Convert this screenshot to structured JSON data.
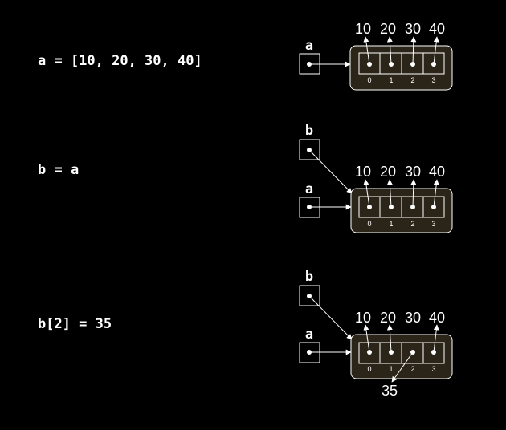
{
  "colors": {
    "background": "#000000",
    "foreground": "#ffffff",
    "list_container": "#2b2418"
  },
  "statements": [
    "a = [10, 20, 30, 40]",
    "b = a",
    "b[2] = 35"
  ],
  "panels": [
    {
      "variables": [
        "a"
      ],
      "values": [
        "10",
        "20",
        "30",
        "40"
      ],
      "indices": [
        "0",
        "1",
        "2",
        "3"
      ]
    },
    {
      "variables": [
        "b",
        "a"
      ],
      "values": [
        "10",
        "20",
        "30",
        "40"
      ],
      "indices": [
        "0",
        "1",
        "2",
        "3"
      ]
    },
    {
      "variables": [
        "b",
        "a"
      ],
      "values": [
        "10",
        "20",
        "30",
        "40"
      ],
      "indices": [
        "0",
        "1",
        "2",
        "3"
      ],
      "new_value": "35"
    }
  ]
}
